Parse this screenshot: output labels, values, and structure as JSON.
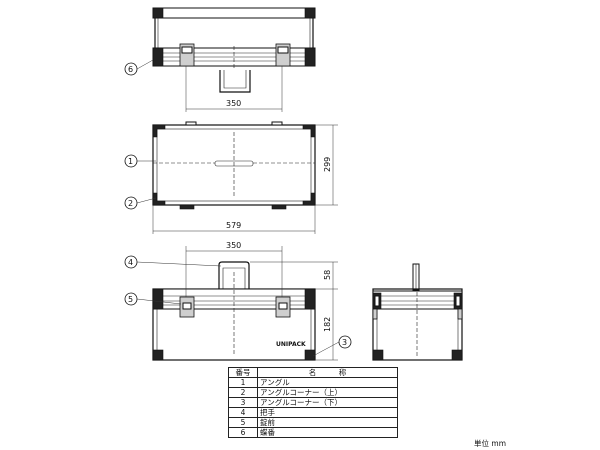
{
  "dimensions": {
    "top_width": "350",
    "front_width": "579",
    "front_height": "299",
    "side_width": "350",
    "handle_height": "58",
    "body_height": "182"
  },
  "callouts": [
    "1",
    "2",
    "3",
    "4",
    "5",
    "6"
  ],
  "logo_text": "UNIPACK",
  "parts_table": {
    "header_no": "番号",
    "header_name": "名　　　称",
    "rows": [
      {
        "no": "1",
        "name": "アングル"
      },
      {
        "no": "2",
        "name": "アングルコーナー（上）"
      },
      {
        "no": "3",
        "name": "アングルコーナー（下）"
      },
      {
        "no": "4",
        "name": "把手"
      },
      {
        "no": "5",
        "name": "錠前"
      },
      {
        "no": "6",
        "name": "蝶番"
      }
    ]
  },
  "unit_note": "単位 mm"
}
